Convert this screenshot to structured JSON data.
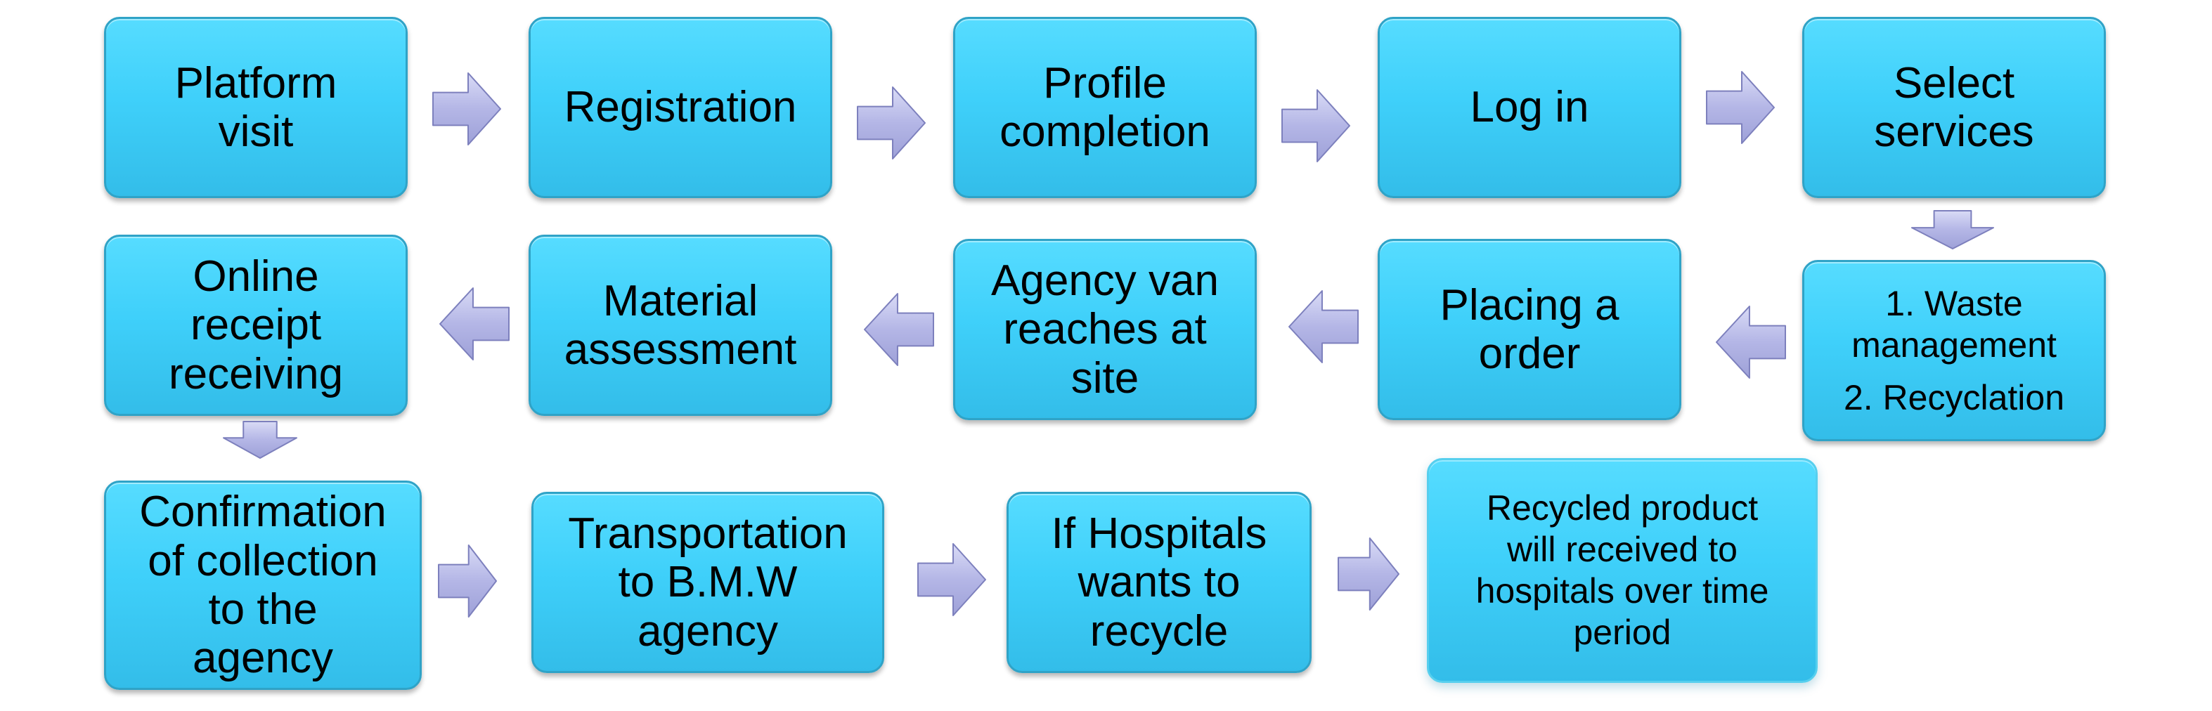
{
  "colors": {
    "box_fill_top": "#56dcff",
    "box_fill_bottom": "#33bde9",
    "box_border": "#2fa3c7",
    "arrow_fill": "#b4b6e6",
    "arrow_edge": "#7d80bd",
    "text": "#000000"
  },
  "steps": [
    {
      "id": "platform-visit",
      "lines": [
        "Platform",
        "visit"
      ]
    },
    {
      "id": "registration",
      "lines": [
        "Registration"
      ]
    },
    {
      "id": "profile-completion",
      "lines": [
        "Profile",
        "completion"
      ]
    },
    {
      "id": "log-in",
      "lines": [
        "Log in"
      ]
    },
    {
      "id": "select-services",
      "lines": [
        "Select",
        "services"
      ]
    },
    {
      "id": "services-list",
      "lines": [
        "1. Waste",
        "management",
        "2. Recyclation"
      ]
    },
    {
      "id": "placing-order",
      "lines": [
        "Placing a",
        "order"
      ]
    },
    {
      "id": "agency-van",
      "lines": [
        "Agency van",
        "reaches at",
        "site"
      ]
    },
    {
      "id": "material-assessment",
      "lines": [
        "Material",
        "assessment"
      ]
    },
    {
      "id": "online-receipt",
      "lines": [
        "Online",
        "receipt",
        "receiving"
      ]
    },
    {
      "id": "confirmation-collection",
      "lines": [
        "Confirmation",
        "of collection",
        "to the",
        "agency"
      ]
    },
    {
      "id": "transportation",
      "lines": [
        "Transportation",
        "to B.M.W",
        "agency"
      ]
    },
    {
      "id": "hospitals-recycle",
      "lines": [
        "If Hospitals",
        "wants  to",
        "recycle"
      ]
    },
    {
      "id": "recycled-product",
      "lines": [
        "Recycled product",
        "will received to",
        "hospitals over time",
        "period"
      ]
    }
  ],
  "arrows": [
    {
      "from": "platform-visit",
      "to": "registration",
      "direction": "right"
    },
    {
      "from": "registration",
      "to": "profile-completion",
      "direction": "right"
    },
    {
      "from": "profile-completion",
      "to": "log-in",
      "direction": "right"
    },
    {
      "from": "log-in",
      "to": "select-services",
      "direction": "right"
    },
    {
      "from": "select-services",
      "to": "services-list",
      "direction": "down"
    },
    {
      "from": "services-list",
      "to": "placing-order",
      "direction": "left"
    },
    {
      "from": "placing-order",
      "to": "agency-van",
      "direction": "left"
    },
    {
      "from": "agency-van",
      "to": "material-assessment",
      "direction": "left"
    },
    {
      "from": "material-assessment",
      "to": "online-receipt",
      "direction": "left"
    },
    {
      "from": "online-receipt",
      "to": "confirmation-collection",
      "direction": "down"
    },
    {
      "from": "confirmation-collection",
      "to": "transportation",
      "direction": "right"
    },
    {
      "from": "transportation",
      "to": "hospitals-recycle",
      "direction": "right"
    },
    {
      "from": "hospitals-recycle",
      "to": "recycled-product",
      "direction": "right"
    }
  ]
}
